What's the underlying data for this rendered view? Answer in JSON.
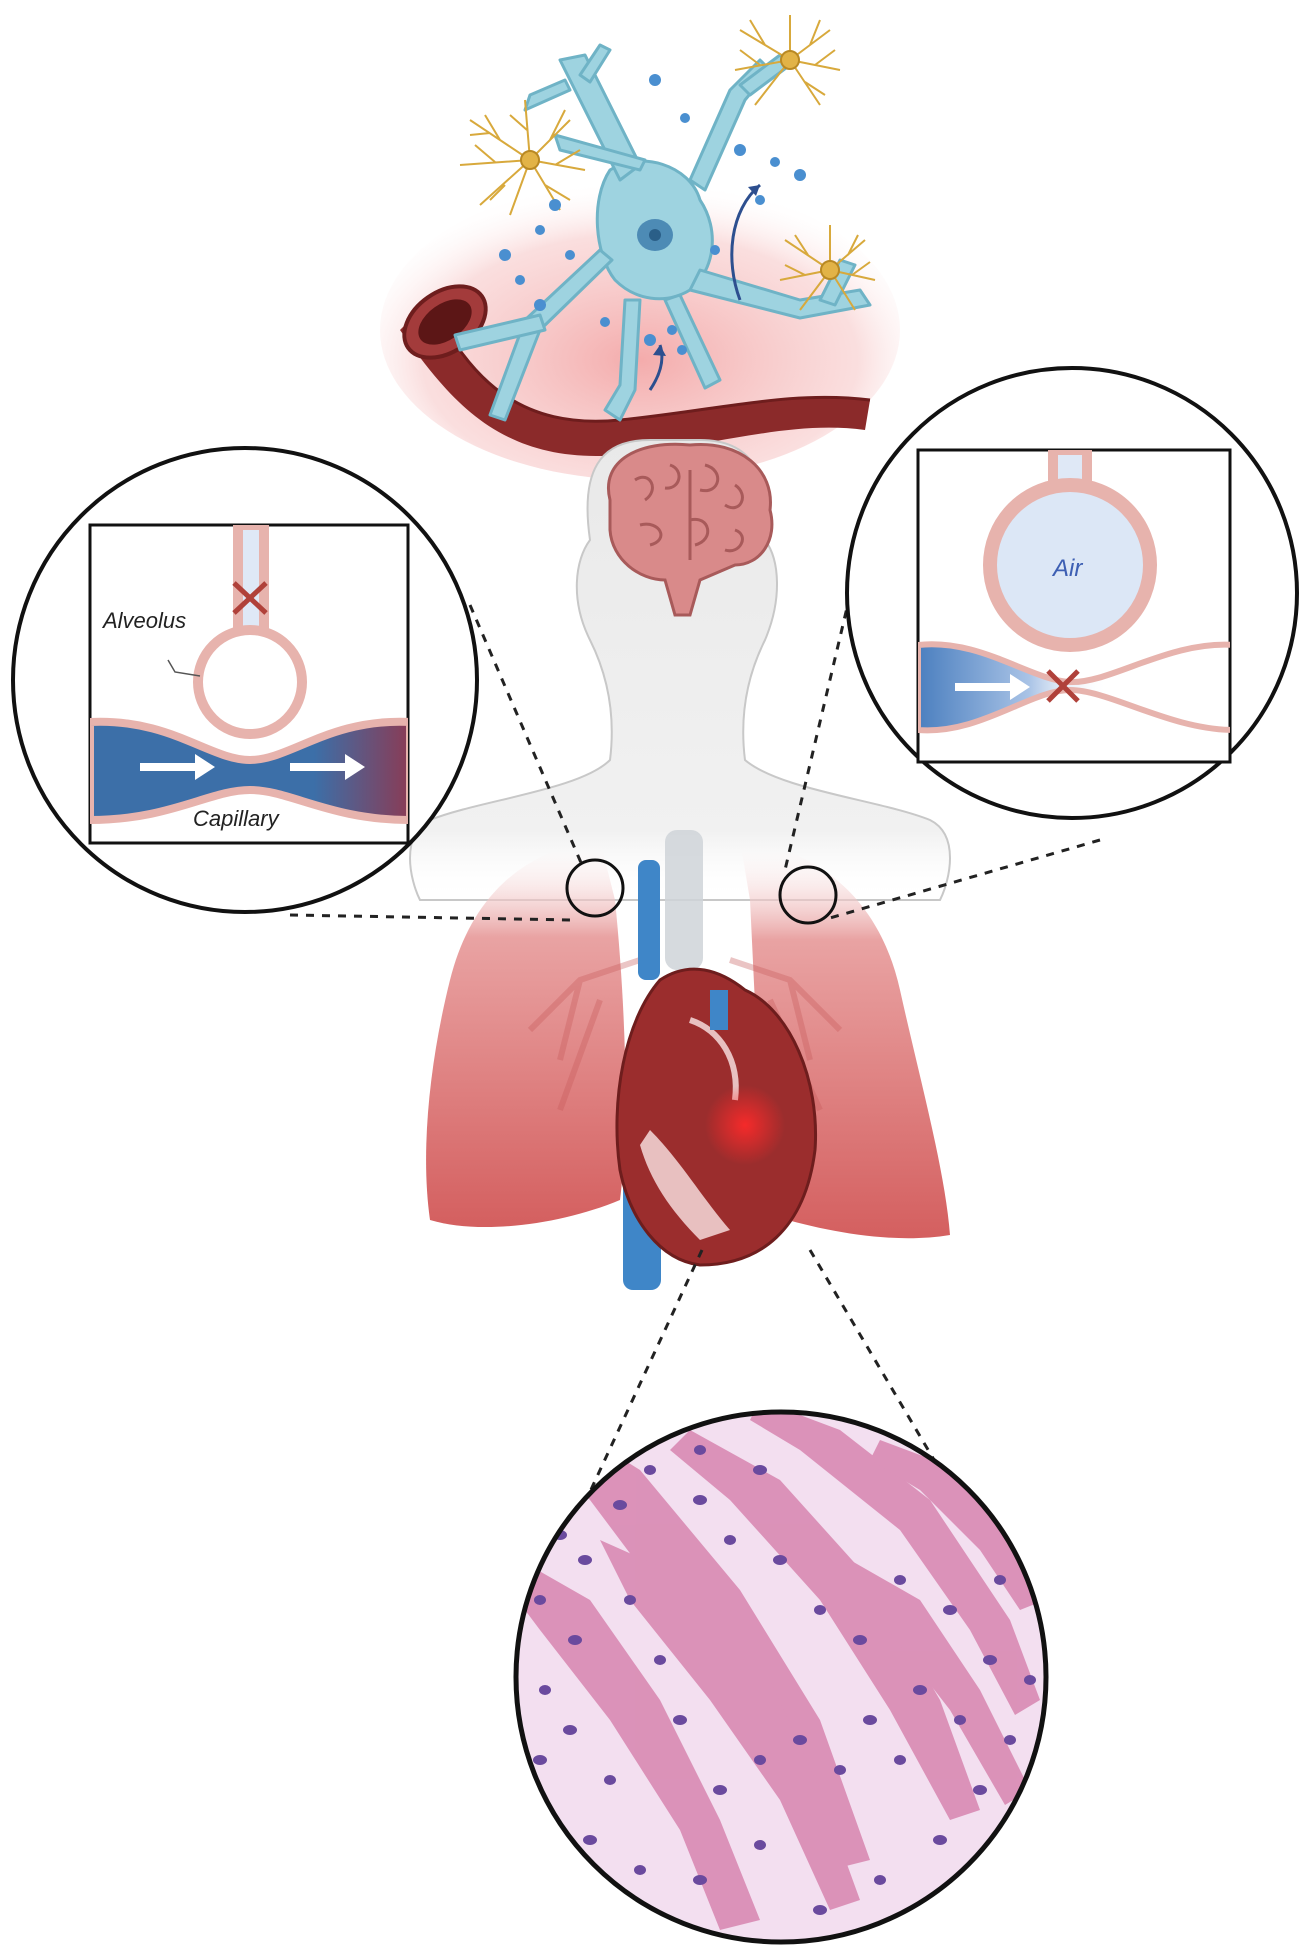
{
  "labels": {
    "alveolus": "Alveolus",
    "capillary": "Capillary",
    "air": "Air"
  },
  "colors": {
    "neuron": "#9ed3e0",
    "neuron_edge": "#6fb3c6",
    "astrocyte": "#d8a93c",
    "vessel": "#8b2a2a",
    "lung": "#d96f6f",
    "heart": "#9b2d2d",
    "vein": "#3f86c8",
    "alveolus_wall": "#e7b3ad",
    "capillary_blue": "#3c6fa8",
    "capillary_red": "#8a3b55",
    "air_fill": "#dce7f6",
    "cross": "#b0413a",
    "tissue_bg": "#f3dff0",
    "muscle_fiber": "#d98ab3",
    "nucleus": "#6a4a9e",
    "body_skin": "#e8e8e8",
    "brain": "#d98a8a"
  },
  "icons": [
    "neuron-icon",
    "astrocyte-icon",
    "blood-vessel-icon",
    "brain-icon",
    "lungs-icon",
    "heart-icon",
    "magnifier-lens-icon"
  ]
}
